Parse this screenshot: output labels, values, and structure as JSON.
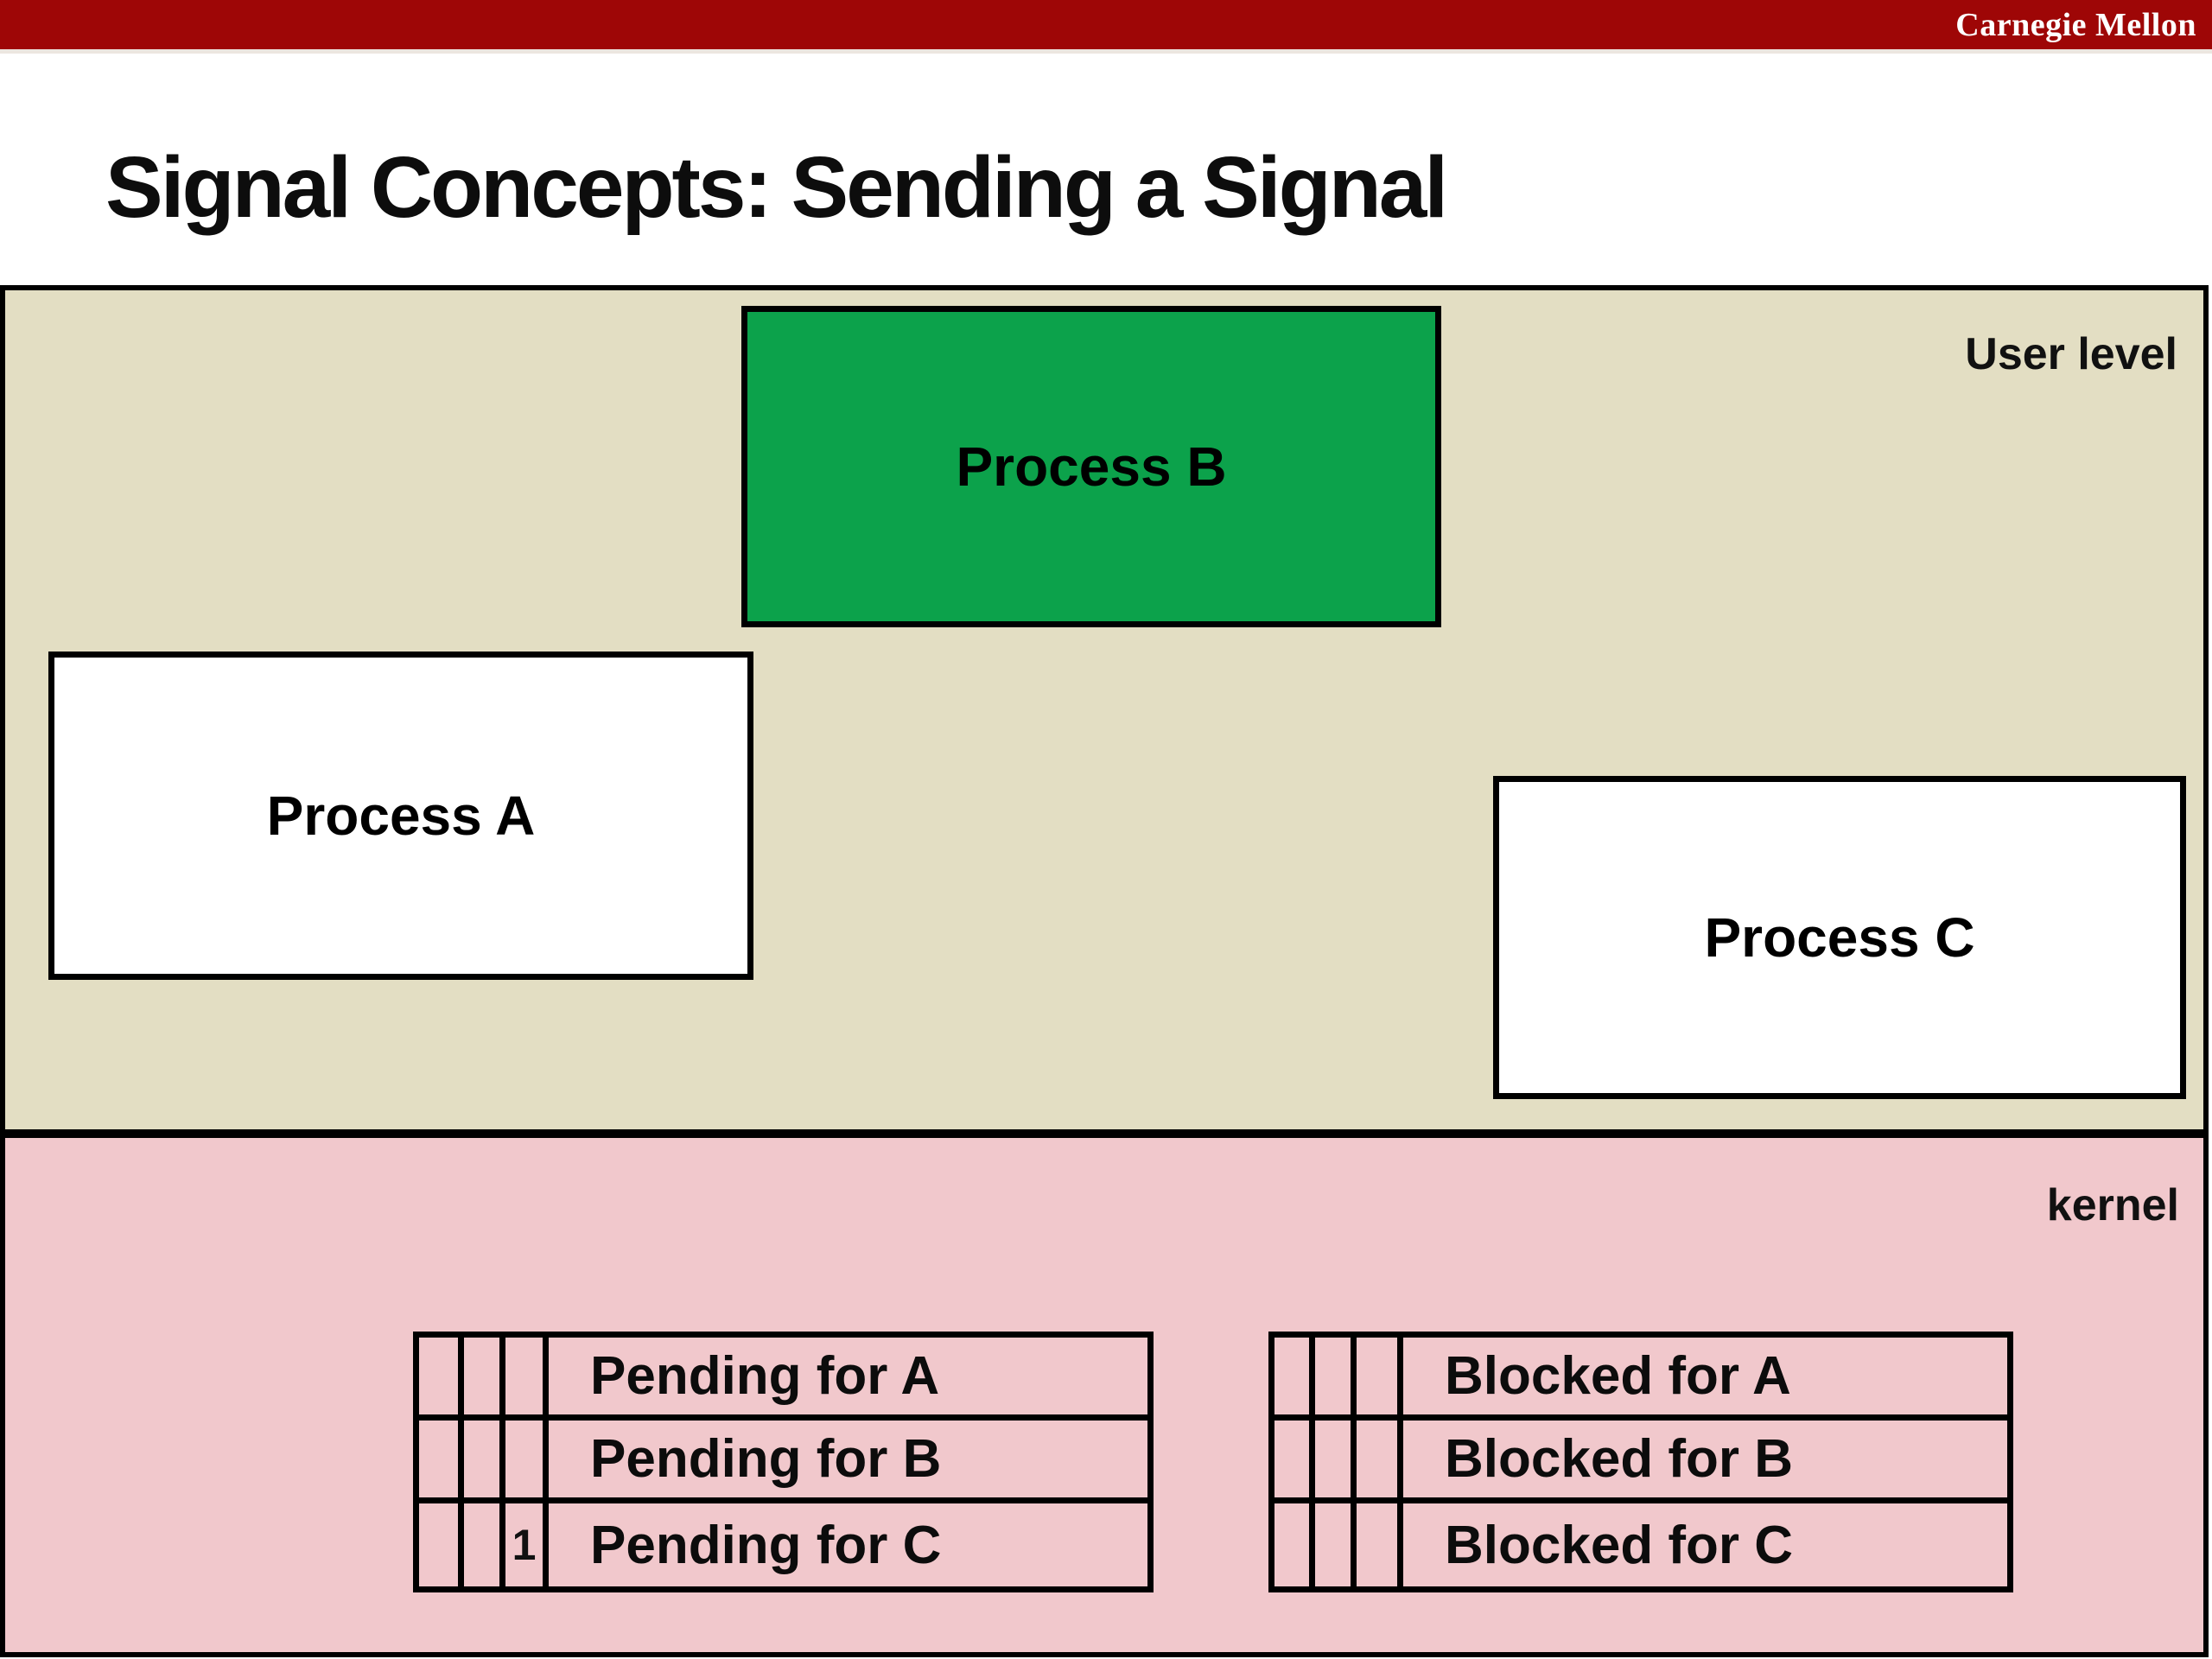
{
  "header": {
    "brand": "Carnegie Mellon",
    "bar_color": "#9E0606"
  },
  "slide": {
    "title": "Signal Concepts: Sending a Signal"
  },
  "diagram": {
    "user_level": {
      "label": "User level",
      "bg_color": "#E3DEC3",
      "processes": [
        {
          "label": "Process A",
          "fill": "#FFFFFF"
        },
        {
          "label": "Process B",
          "fill": "#0CA24B"
        },
        {
          "label": "Process C",
          "fill": "#FFFFFF"
        }
      ]
    },
    "kernel": {
      "label": "kernel",
      "bg_color": "#F1C8CC",
      "pending_table": {
        "rows": [
          {
            "bits": [
              "",
              "",
              ""
            ],
            "label": "Pending for A"
          },
          {
            "bits": [
              "",
              "",
              ""
            ],
            "label": "Pending for B"
          },
          {
            "bits": [
              "",
              "",
              "1"
            ],
            "label": "Pending for C"
          }
        ]
      },
      "blocked_table": {
        "rows": [
          {
            "bits": [
              "",
              "",
              ""
            ],
            "label": "Blocked for A"
          },
          {
            "bits": [
              "",
              "",
              ""
            ],
            "label": "Blocked for B"
          },
          {
            "bits": [
              "",
              "",
              ""
            ],
            "label": "Blocked for C"
          }
        ]
      }
    }
  }
}
